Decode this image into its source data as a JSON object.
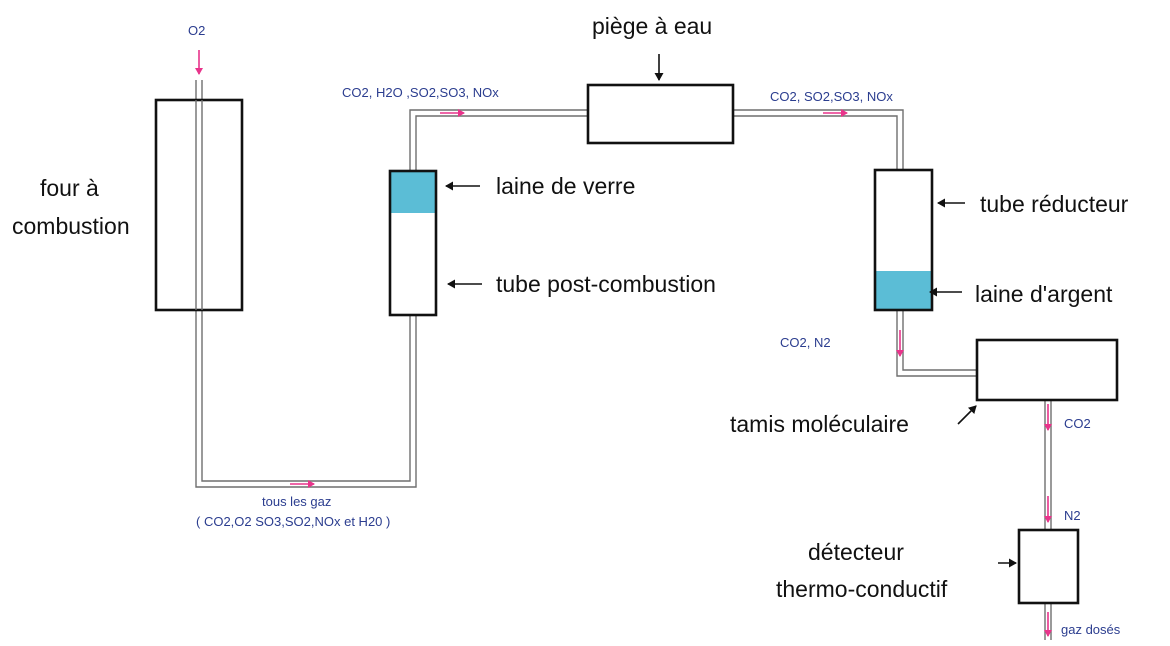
{
  "colors": {
    "pipe": "#6f6f6f",
    "box_stroke": "#111111",
    "fill_wool": "#5bbdd6",
    "gas_text": "#2b3d8f",
    "flow_arrow": "#e8348b",
    "pointer_arrow": "#111111",
    "label_text": "#111111"
  },
  "labels": {
    "four_line1": "four à",
    "four_line2": "combustion",
    "piege": "piège à eau",
    "laine_verre": "laine de verre",
    "tube_post": "tube post-combustion",
    "tube_reducteur": "tube réducteur",
    "laine_argent": "laine d'argent",
    "tamis": "tamis moléculaire",
    "detecteur_line1": "détecteur",
    "detecteur_line2": "thermo-conductif"
  },
  "gas_labels": {
    "o2": "O2",
    "gas_after_post": "CO2, H2O ,SO2,SO3, NOx",
    "gas_after_trap": "CO2, SO2,SO3, NOx",
    "gas_co2_n2": "CO2, N2",
    "gas_co2": "CO2",
    "gas_n2": "N2",
    "gaz_doses": "gaz dosés",
    "tous_line1": "tous les gaz",
    "tous_line2": "( CO2,O2 SO3,SO2,NOx et H20 )"
  }
}
